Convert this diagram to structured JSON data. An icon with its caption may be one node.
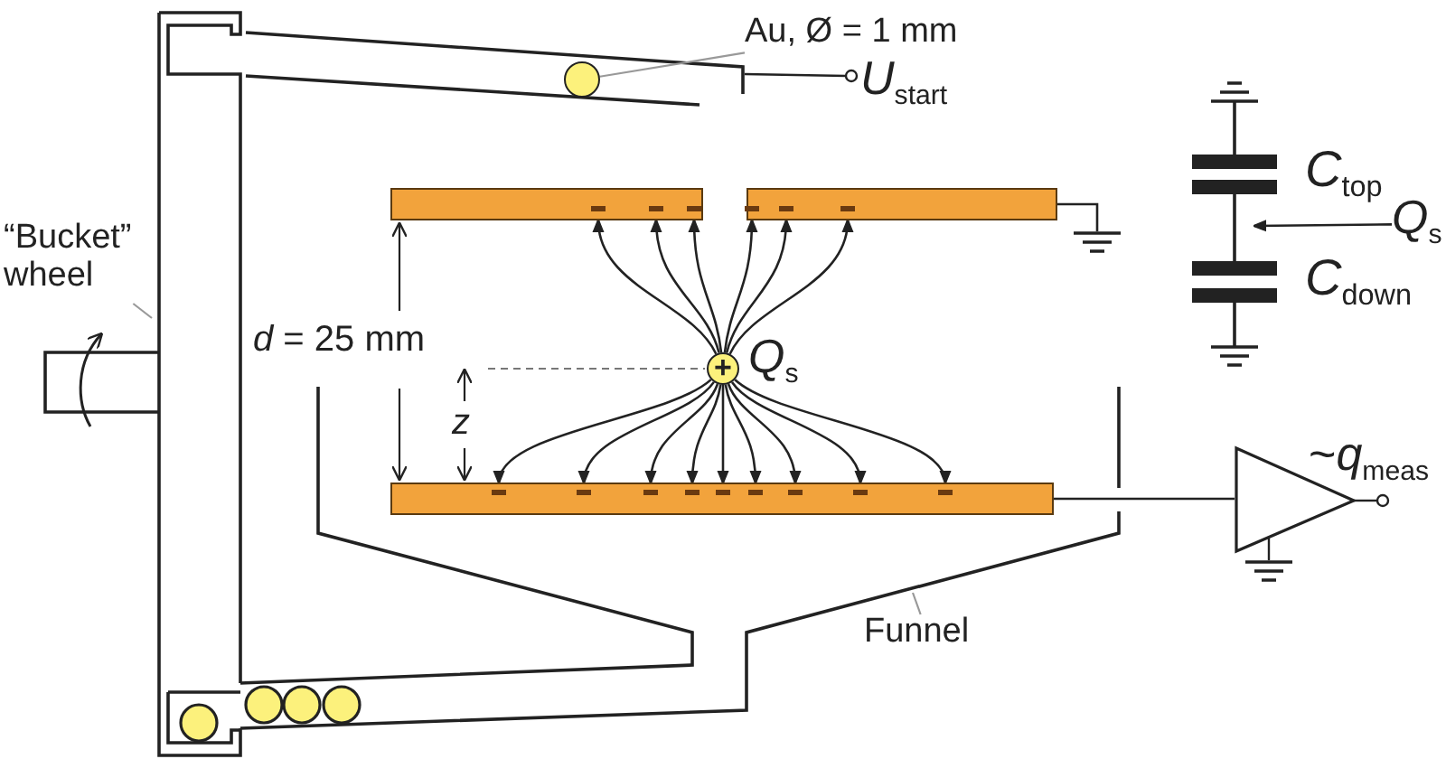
{
  "diagram": {
    "nodes": [
      {
        "text": [
          "Au, Ø = 1 mm"
        ]
      },
      {
        "text": [],
        "shape": "circle"
      },
      {
        "text": [
          "“Bucket” wheel"
        ]
      },
      {
        "text": [
          "Funnel"
        ]
      },
      {
        "text": [
          "*Q*$_{s}$"
        ]
      },
      {
        "text": [],
        "shape": "bar"
      },
      {
        "text": [],
        "shape": "bar"
      },
      {
        "text": [],
        "shape": "ground"
      },
      {
        "text": [],
        "shape": "bar"
      },
      {
        "text": [],
        "shape": "triangle"
      },
      {
        "text": [
          "+"
        ]
      }
    ],
    "edges": [
      {
        "from": 0,
        "to": 1,
        "arrow": "none",
        "color": "#999999"
      },
      {
        "from": 2,
        "to": null,
        "arrow": "none",
        "color": "#999999"
      },
      {
        "from": 3,
        "to": null,
        "arrow": "none",
        "color": "#999999"
      },
      {
        "from": 4,
        "to": null,
        "arrow": "to"
      },
      {
        "from": 6,
        "to": 7,
        "arrow": "none"
      },
      {
        "from": 8,
        "to": 9,
        "arrow": "none"
      },
      {
        "from": 10,
        "to": 5,
        "arrow": "to"
      },
      {
        "from": 10,
        "to": 5,
        "arrow": "to"
      },
      {
        "from": 10,
        "to": 5,
        "arrow": "to"
      },
      {
        "from": 10,
        "to": 6,
        "arrow": "to"
      },
      {
        "from": 10,
        "to": 6,
        "arrow": "to"
      },
      {
        "from": 10,
        "to": 6,
        "arrow": "to"
      },
      {
        "from": 10,
        "to": 8,
        "arrow": "to"
      },
      {
        "from": 10,
        "to": 8,
        "arrow": "to"
      },
      {
        "from": 10,
        "to": 8,
        "arrow": "to"
      },
      {
        "from": 10,
        "to": 8,
        "arrow": "to"
      },
      {
        "from": 10,
        "to": 8,
        "arrow": "to"
      },
      {
        "from": 10,
        "to": 8,
        "arrow": "to"
      },
      {
        "from": 10,
        "to": 8,
        "arrow": "to"
      },
      {
        "from": 10,
        "to": 8,
        "arrow": "to"
      },
      {
        "from": 10,
        "to": 8,
        "arrow": "to"
      }
    ],
    "labels": [
      "*U*$_{start}$",
      "*d* = 25 mm",
      "*z*",
      "*Q*$_{s}$",
      "*C*$_{top}$",
      "*C*$_{down}$",
      "~*q*$_{meas}$"
    ]
  }
}
